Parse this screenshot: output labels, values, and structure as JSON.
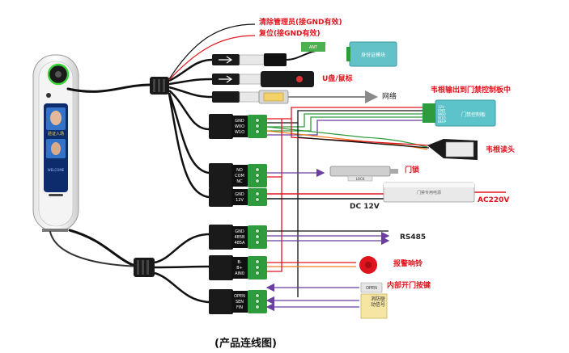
{
  "caption": "(产品连线图)",
  "device": {
    "welcome_text": "验证入场",
    "brand_text": "WELCOME"
  },
  "labels": {
    "clear_admin": "清除管理员(接GND有效)",
    "reset": "复位(接GND有效)",
    "id_module": "身份证模块",
    "id_module_tag": "ANT",
    "usb": "U盘/鼠标",
    "network": "网络",
    "wiegand_out": "韦根输出到门禁控制板中",
    "access_board": "门禁控制板",
    "wiegand_reader": "韦根读头",
    "door_lock": "门锁",
    "lock_tag": "LOCK",
    "power_box": "门禁专用电源",
    "dc12v": "DC 12V",
    "ac220v": "AC220V",
    "rs485": "RS485",
    "alarm": "报警响铃",
    "inner_button": "内部开门按键",
    "open_tag": "OPEN",
    "fire_signal": "消防联动信号"
  },
  "connectors": [
    {
      "pins": [
        "GND",
        "W0O",
        "W1O"
      ]
    },
    {
      "pins": [
        "NO",
        "COM",
        "NC"
      ]
    },
    {
      "pins": [
        "GND",
        "12V"
      ]
    },
    {
      "pins": [
        "GND",
        "485B",
        "485A"
      ]
    },
    {
      "pins": [
        "B-",
        "B+",
        "AIN0"
      ]
    },
    {
      "pins": [
        "OPEN",
        "SEN",
        "FIN"
      ]
    }
  ],
  "board_pins": [
    "12V",
    "GND",
    "W0O",
    "W1O",
    "BEEP"
  ],
  "colors": {
    "red": "#e0141d",
    "black": "#111111",
    "purple": "#6a3fa0",
    "green": "#2e9b3c",
    "orange": "#f07b1e",
    "yellow": "#e8c21a",
    "gray": "#8a8a8a",
    "board": "#5bc3c9"
  }
}
